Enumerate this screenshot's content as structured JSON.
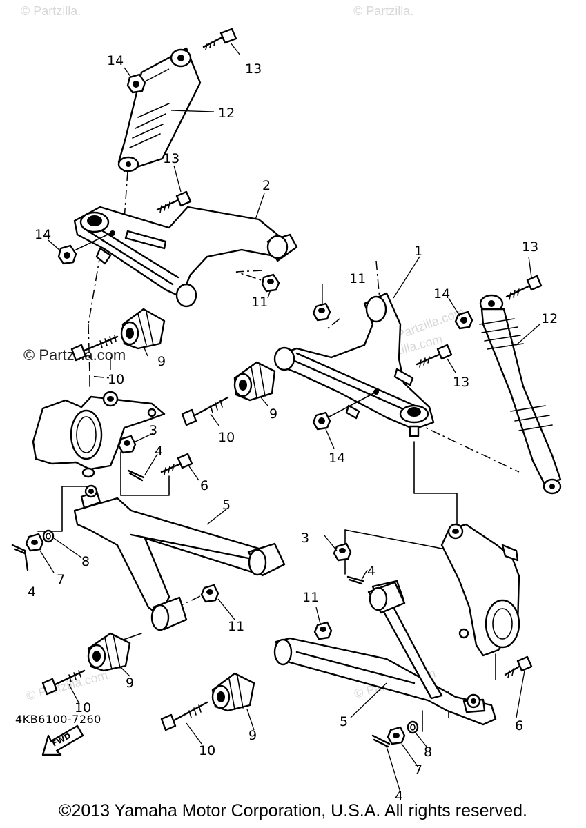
{
  "watermarks": {
    "top_left": "© Partzilla.",
    "top_right": "© Partzilla.",
    "left_mid": "© Partzilla.com",
    "center": "© Partzilla.com",
    "right_mid": "© Partzilla.com",
    "lower_left": "© Partzilla.com",
    "lower_right": "© Partzilla.com"
  },
  "callouts": {
    "c1": "1",
    "c2": "2",
    "c3a": "3",
    "c3b": "3",
    "c4a": "4",
    "c4b": "4",
    "c4c": "4",
    "c4d": "4",
    "c5a": "5",
    "c5b": "5",
    "c6a": "6",
    "c6b": "6",
    "c7a": "7",
    "c7b": "7",
    "c8a": "8",
    "c8b": "8",
    "c9a": "9",
    "c9b": "9",
    "c9c": "9",
    "c9d": "9",
    "c10a": "10",
    "c10b": "10",
    "c10c": "10",
    "c10d": "10",
    "c11a": "11",
    "c11b": "11",
    "c11c": "11",
    "c11d": "11",
    "c12a": "12",
    "c12b": "12",
    "c13a": "13",
    "c13b": "13",
    "c13c": "13",
    "c13d": "13",
    "c14a": "14",
    "c14b": "14",
    "c14c": "14",
    "c14d": "14"
  },
  "fwd_label": "FWD",
  "diagram_code": "4KB6100-7260",
  "copyright": "©2013 Yamaha Motor Corporation, U.S.A. All rights reserved."
}
